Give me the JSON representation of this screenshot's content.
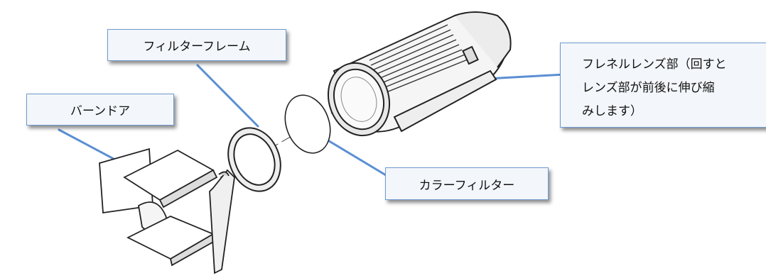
{
  "callouts": {
    "filter_frame": "フィルターフレーム",
    "barndoor": "バーンドア",
    "color_filter": "カラーフィルター",
    "fresnel": {
      "line1": "フレネルレンズ部（回すと",
      "line2": "レンズ部が前後に伸び縮",
      "line3": "みします）"
    }
  },
  "colors": {
    "leader_line": "#5b8fd3",
    "callout_border": "#6f9bd0",
    "callout_fill": "#f3f6fa",
    "drawing_stroke": "#222222",
    "drawing_fill": "#ffffff"
  }
}
